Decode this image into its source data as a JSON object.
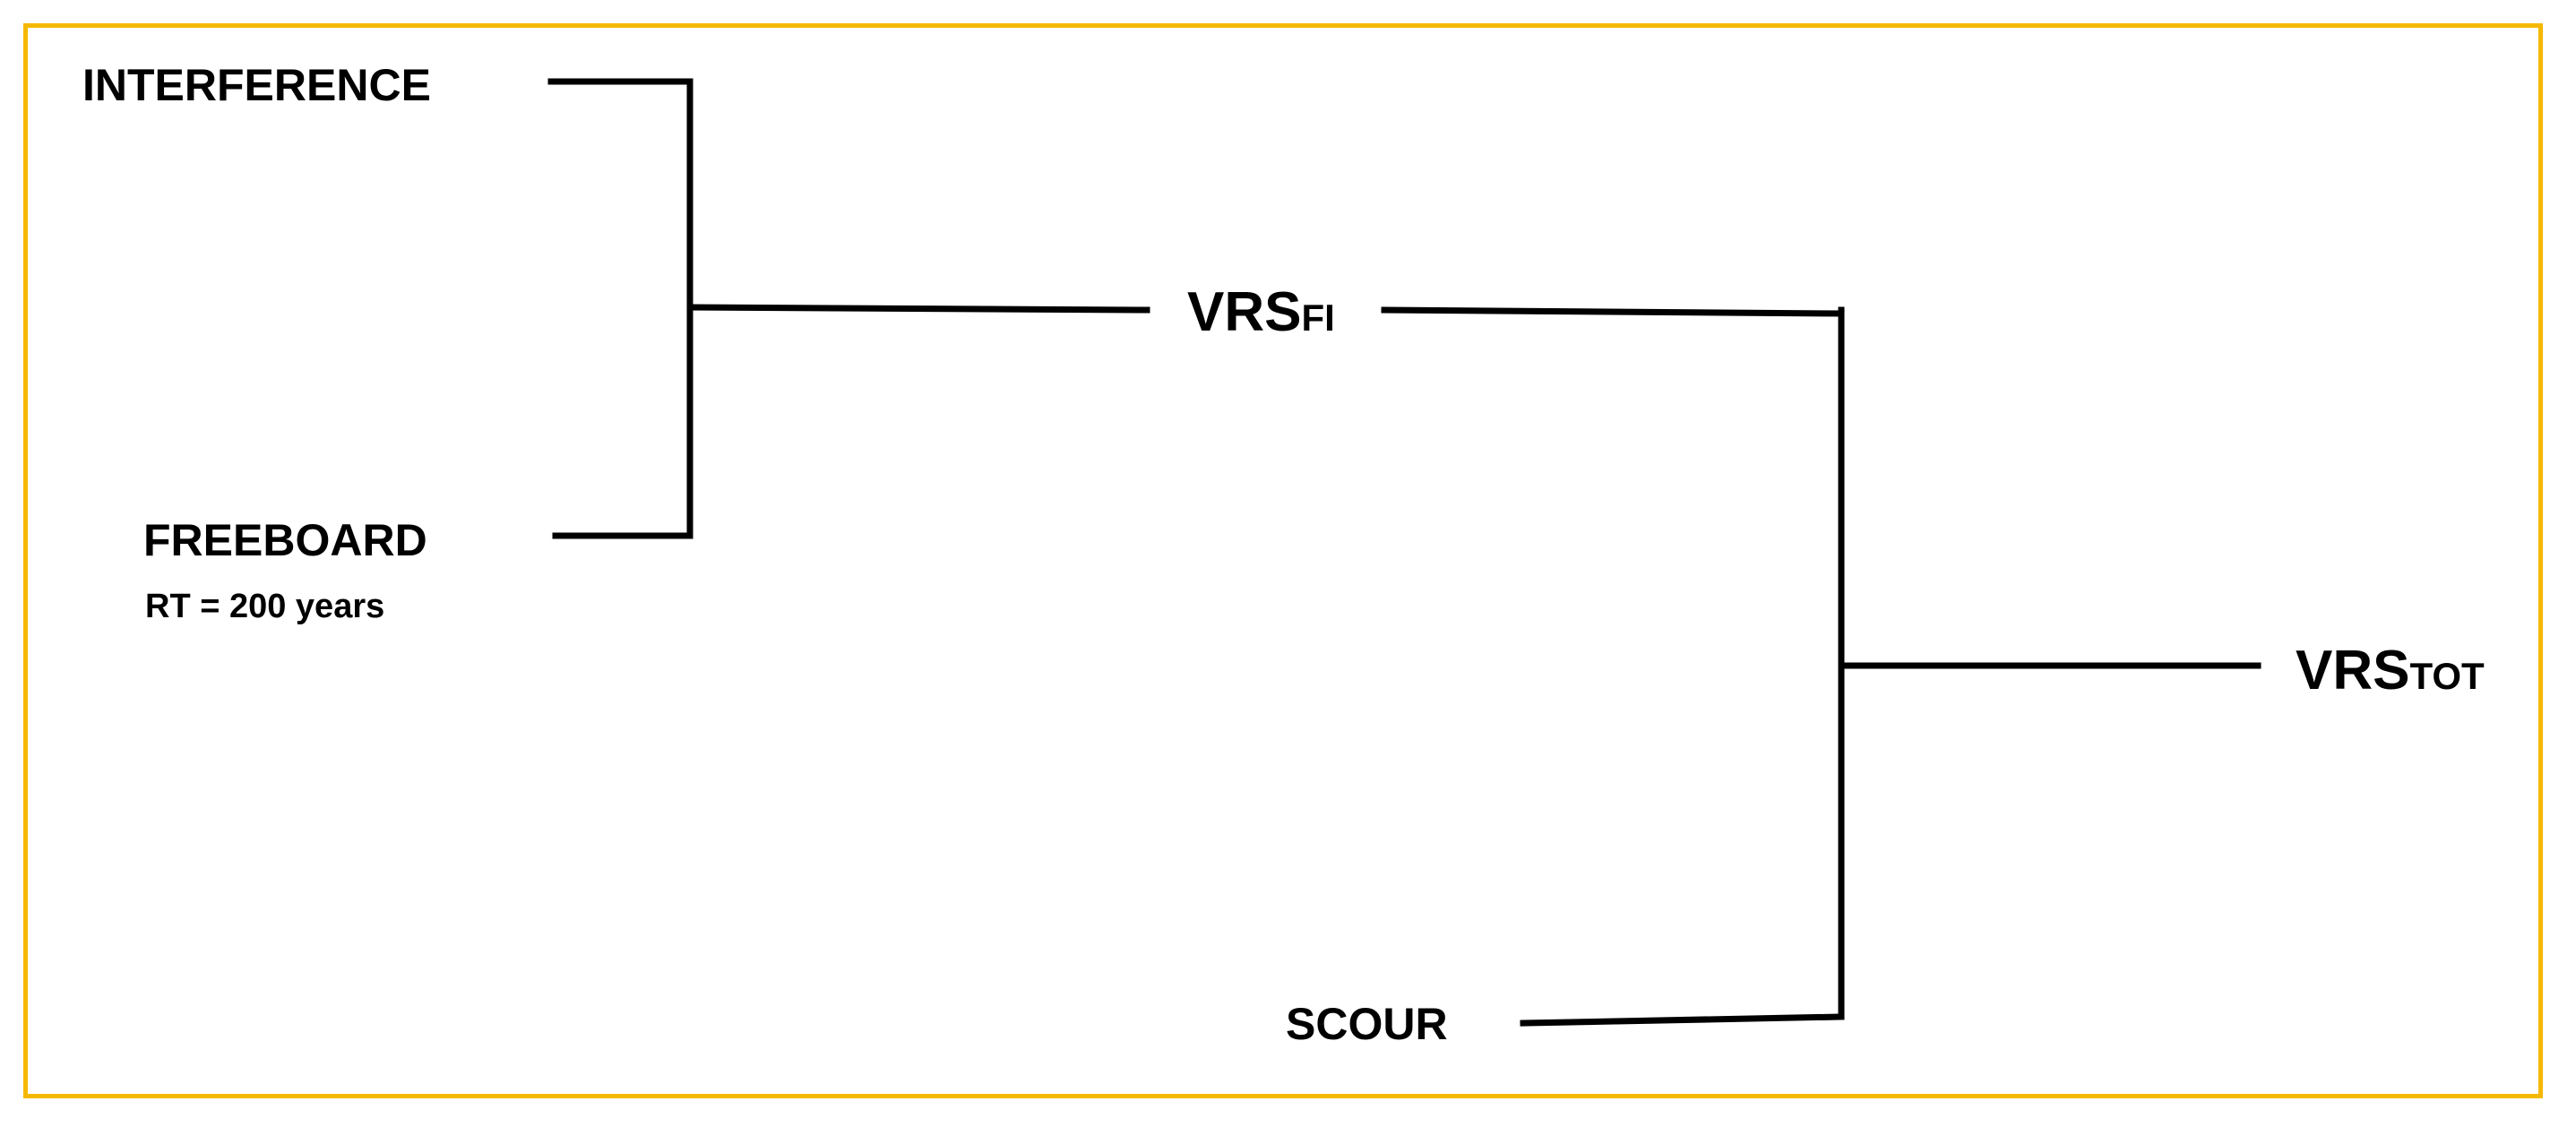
{
  "diagram": {
    "nodes": {
      "interference": {
        "label": "INTERFERENCE"
      },
      "freeboard": {
        "label": "FREEBOARD",
        "note": "RT = 200 years"
      },
      "scour": {
        "label": "SCOUR"
      },
      "vrs_fi": {
        "main": "VRS",
        "sub": "FI"
      },
      "vrs_tot": {
        "main": "VRS",
        "sub": "TOT"
      }
    },
    "colors": {
      "frame": "#f5b800",
      "line": "#000000",
      "text": "#000000"
    }
  }
}
